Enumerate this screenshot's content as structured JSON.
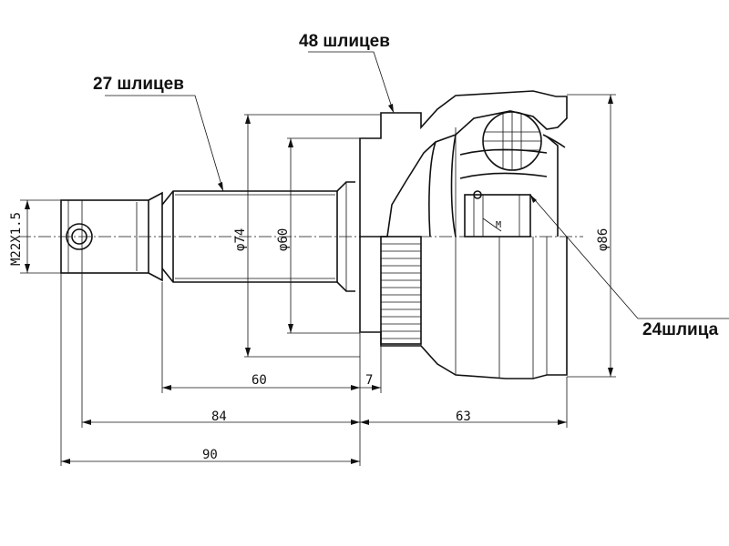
{
  "callouts": {
    "splines_outer_48": "48 шлицев",
    "splines_shaft_27": "27 шлицев",
    "splines_inner_24": "24шлица"
  },
  "dimensions": {
    "thread": "M22X1.5",
    "dia_74": "φ74",
    "dia_60": "φ60",
    "dia_86": "φ86",
    "marker_m": "M",
    "len_60": "60",
    "len_7": "7",
    "len_84": "84",
    "len_63": "63",
    "len_90": "90"
  }
}
